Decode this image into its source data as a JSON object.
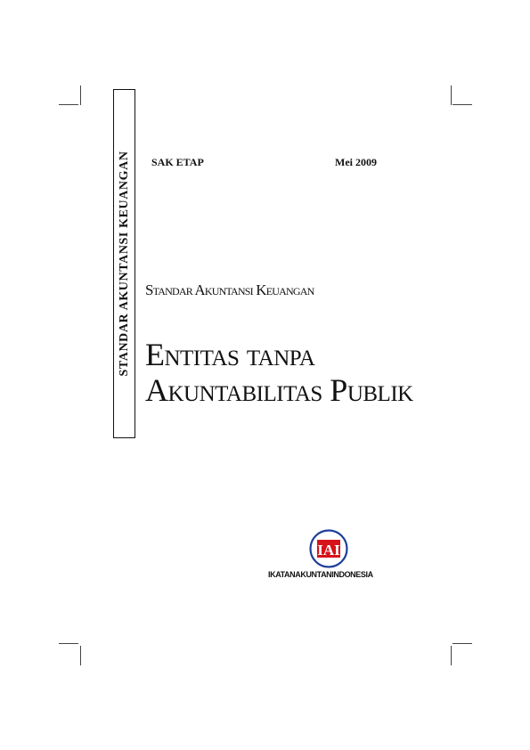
{
  "spine": {
    "label": "STANDAR AKUNTANSI KEUANGAN"
  },
  "header": {
    "code": "SAK ETAP",
    "date": "Mei 2009"
  },
  "subtitle": "Standar Akuntansi Keuangan",
  "title": {
    "line1": "Entitas tanpa",
    "line2": "Akuntabilitas Publik"
  },
  "logo": {
    "letters": "IAI",
    "name": "iai-logo"
  },
  "publisher": "IKATANAKUNTANINDONESIA",
  "colors": {
    "logo_red": "#d6131a",
    "logo_blue": "#1d3f9a"
  }
}
